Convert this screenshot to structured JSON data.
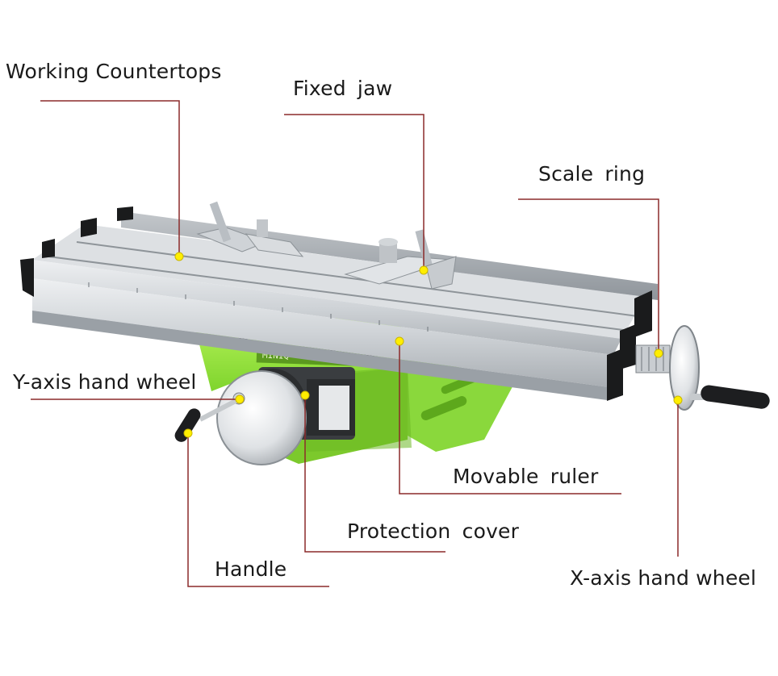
{
  "diagram": {
    "labels": {
      "working_countertops": "Working Countertops",
      "fixed_jaw": "Fixed  jaw",
      "scale_ring": "Scale  ring",
      "y_axis_hand_wheel": "Y-axis hand wheel",
      "movable_ruler": "Movable  ruler",
      "protection_cover": "Protection  cover",
      "handle": "Handle",
      "x_axis_hand_wheel": "X-axis hand wheel"
    },
    "colors": {
      "leader_line": "#8b2a2a",
      "marker_dot": "#ffee00",
      "aluminum": "#d6d9dc",
      "base_green": "#8fe53a"
    },
    "product_logo": "MINIQ"
  }
}
